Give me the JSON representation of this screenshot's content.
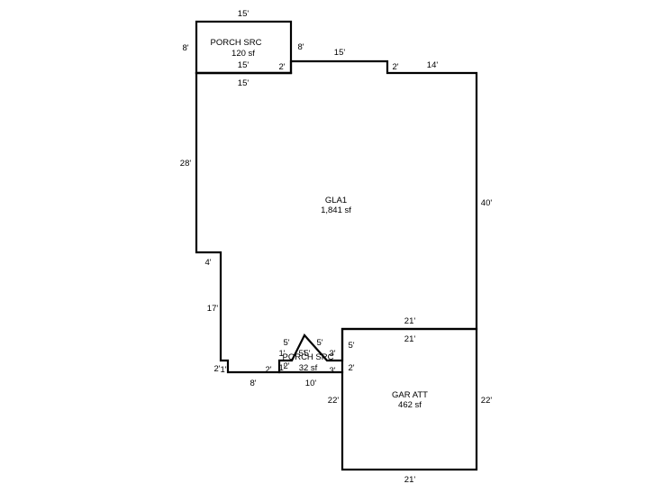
{
  "areas": {
    "porch_top": {
      "name": "PORCH SRC",
      "size": "120 sf"
    },
    "gla": {
      "name": "GLA1",
      "size": "1,841 sf"
    },
    "garage": {
      "name": "GAR ATT",
      "size": "462 sf"
    },
    "porch_bottom": {
      "name": "PORCH SRC",
      "size": "32 sf"
    }
  },
  "dimensions": {
    "porch_top_top": "15'",
    "porch_top_left": "8'",
    "porch_top_right": "8'",
    "porch_top_bottom": "15'",
    "porch_top_step": "2'",
    "gla_top_left": "15'",
    "gla_top_mid": "15'",
    "gla_step": "2'",
    "gla_top_right": "14'",
    "gla_right": "40'",
    "gla_left": "28'",
    "gla_jog": "4'",
    "gla_left_lower": "17'",
    "gla_small_step": "2'",
    "gla_small_one": "1'",
    "gla_bottom_left": "8'",
    "gla_bottom_two": "2'",
    "gla_bottom_mid": "10'",
    "garage_top_outer": "21'",
    "garage_top_inner": "21'",
    "garage_left": "22'",
    "garage_right": "22'",
    "garage_bottom": "21'",
    "garage_side_five": "5'",
    "garage_side_two": "2'",
    "porch_left_five": "5'",
    "porch_right_five": "5'",
    "porch_one": "1'",
    "porch_three_top": "3'",
    "porch_three_bottom": "3'",
    "porch_tiny_one": "1'",
    "porch_tiny_two": "2'",
    "porch_inner_five": "5'",
    "porch_inner_fivefive": "5'"
  }
}
